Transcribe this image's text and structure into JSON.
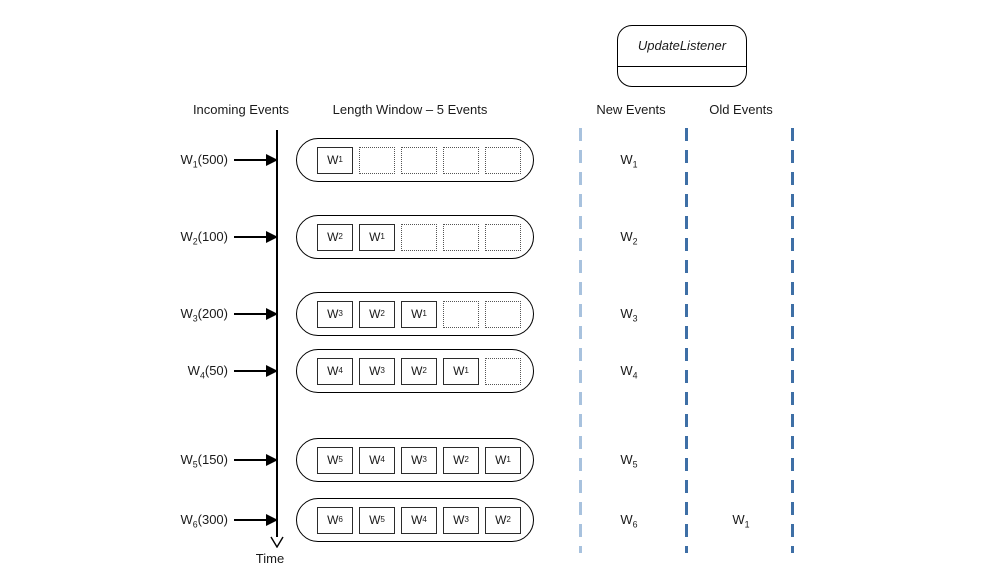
{
  "listener": {
    "label": "UpdateListener"
  },
  "headers": {
    "incoming": "Incoming Events",
    "window": "Length Window – 5 Events",
    "new_events": "New Events",
    "old_events": "Old Events"
  },
  "time_axis": {
    "label": "Time"
  },
  "window_size": 5,
  "colors": {
    "diagram_line": "#000000",
    "lane_divider_left": "#a8c2de",
    "lane_divider": "#3e6fa6",
    "text": "#1a1a1a",
    "background": "#ffffff"
  },
  "rows": [
    {
      "incoming": {
        "symbol": "W",
        "sub": "1",
        "value": "(500)"
      },
      "window_slots": [
        {
          "symbol": "W",
          "sub": "1"
        },
        null,
        null,
        null,
        null
      ],
      "new_event": {
        "symbol": "W",
        "sub": "1"
      },
      "old_event": null
    },
    {
      "incoming": {
        "symbol": "W",
        "sub": "2",
        "value": "(100)"
      },
      "window_slots": [
        {
          "symbol": "W",
          "sub": "2"
        },
        {
          "symbol": "W",
          "sub": "1"
        },
        null,
        null,
        null
      ],
      "new_event": {
        "symbol": "W",
        "sub": "2"
      },
      "old_event": null
    },
    {
      "incoming": {
        "symbol": "W",
        "sub": "3",
        "value": "(200)"
      },
      "window_slots": [
        {
          "symbol": "W",
          "sub": "3"
        },
        {
          "symbol": "W",
          "sub": "2"
        },
        {
          "symbol": "W",
          "sub": "1"
        },
        null,
        null
      ],
      "new_event": {
        "symbol": "W",
        "sub": "3"
      },
      "old_event": null
    },
    {
      "incoming": {
        "symbol": "W",
        "sub": "4",
        "value": "(50)"
      },
      "window_slots": [
        {
          "symbol": "W",
          "sub": "4"
        },
        {
          "symbol": "W",
          "sub": "3"
        },
        {
          "symbol": "W",
          "sub": "2"
        },
        {
          "symbol": "W",
          "sub": "1"
        },
        null
      ],
      "new_event": {
        "symbol": "W",
        "sub": "4"
      },
      "old_event": null
    },
    {
      "incoming": {
        "symbol": "W",
        "sub": "5",
        "value": "(150)"
      },
      "window_slots": [
        {
          "symbol": "W",
          "sub": "5"
        },
        {
          "symbol": "W",
          "sub": "4"
        },
        {
          "symbol": "W",
          "sub": "3"
        },
        {
          "symbol": "W",
          "sub": "2"
        },
        {
          "symbol": "W",
          "sub": "1"
        }
      ],
      "new_event": {
        "symbol": "W",
        "sub": "5"
      },
      "old_event": null
    },
    {
      "incoming": {
        "symbol": "W",
        "sub": "6",
        "value": "(300)"
      },
      "window_slots": [
        {
          "symbol": "W",
          "sub": "6"
        },
        {
          "symbol": "W",
          "sub": "5"
        },
        {
          "symbol": "W",
          "sub": "4"
        },
        {
          "symbol": "W",
          "sub": "3"
        },
        {
          "symbol": "W",
          "sub": "2"
        }
      ],
      "new_event": {
        "symbol": "W",
        "sub": "6"
      },
      "old_event": {
        "symbol": "W",
        "sub": "1"
      }
    }
  ]
}
